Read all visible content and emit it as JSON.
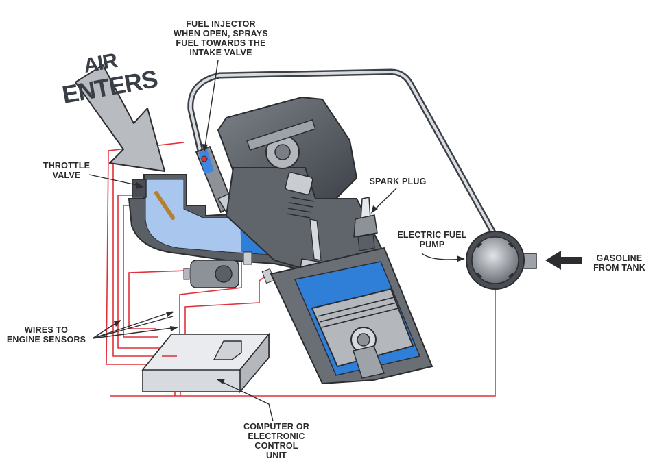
{
  "labels": {
    "air_enters_line1": "AIR",
    "air_enters_line2": "ENTERS",
    "fuel_injector": "FUEL INJECTOR\nWHEN OPEN, SPRAYS\nFUEL TOWARDS THE\nINTAKE VALVE",
    "throttle_valve": "THROTTLE\nVALVE",
    "spark_plug": "SPARK PLUG",
    "electric_fuel_pump": "ELECTRIC FUEL\nPUMP",
    "gasoline_from_tank": "GASOLINE\nFROM TANK",
    "wires_to_engine_sensors": "WIRES TO\nENGINE SENSORS",
    "computer_ecu": "COMPUTER OR\nELECTRONIC CONTROL\nUNIT"
  },
  "colors": {
    "wire": "#e0303a",
    "metal_dark": "#5c6168",
    "metal_mid": "#8d9298",
    "metal_light": "#c9cdd2",
    "air_blue_light": "#a9c6ef",
    "fuel_blue": "#2f7fd8",
    "outline": "#2b2d31",
    "arrow_gray": "#b8bbbf"
  }
}
